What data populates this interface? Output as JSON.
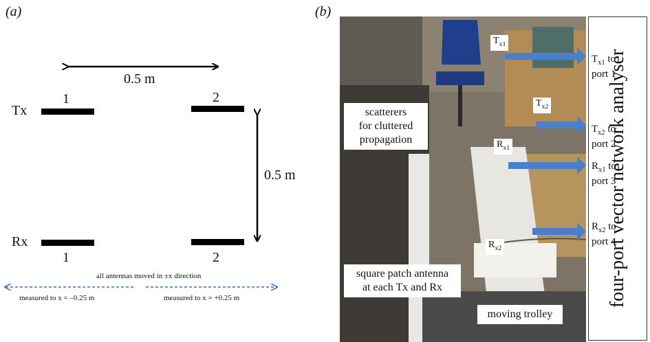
{
  "panel_a": {
    "label": "(a)",
    "spacing_horizontal": "0.5 m",
    "spacing_vertical": "0.5 m",
    "tx_label": "Tx",
    "rx_label": "Rx",
    "antenna1_top": "1",
    "antenna2_top": "2",
    "antenna1_bottom": "1",
    "antenna2_bottom": "2",
    "movement_note": "all antennas moved in ±x direction",
    "measured_left": "measured to x = –0.25 m",
    "measured_right": "measured to x = +0.25 m",
    "colors": {
      "dashed_arrow": "#3a6fbf",
      "antenna_bar": "#000000"
    }
  },
  "panel_b": {
    "label": "(b)",
    "photo_labels": {
      "tx1": {
        "main": "T",
        "sub": "x1"
      },
      "tx2": {
        "main": "T",
        "sub": "x2"
      },
      "rx1": {
        "main": "R",
        "sub": "x1"
      },
      "rx2": {
        "main": "R",
        "sub": "x2"
      }
    },
    "callouts": {
      "scatterers_line1": "scatterers",
      "scatterers_line2": "for cluttered",
      "scatterers_line3": "propagation",
      "patch_line1": "square patch antenna",
      "patch_line2": "at each Tx and Rx",
      "trolley": "moving trolley"
    },
    "ports": [
      {
        "main": "T",
        "sub": "x1",
        "suffix": " to",
        "port": "port 1"
      },
      {
        "main": "T",
        "sub": "x2",
        "suffix": " to",
        "port": "port 2"
      },
      {
        "main": "R",
        "sub": "x1",
        "suffix": " to",
        "port": "port 3"
      },
      {
        "main": "R",
        "sub": "x2",
        "suffix": " to",
        "port": "port 4"
      }
    ],
    "vna_label": "four-port vector network analyser",
    "colors": {
      "arrow": "#4a7fd0"
    }
  }
}
